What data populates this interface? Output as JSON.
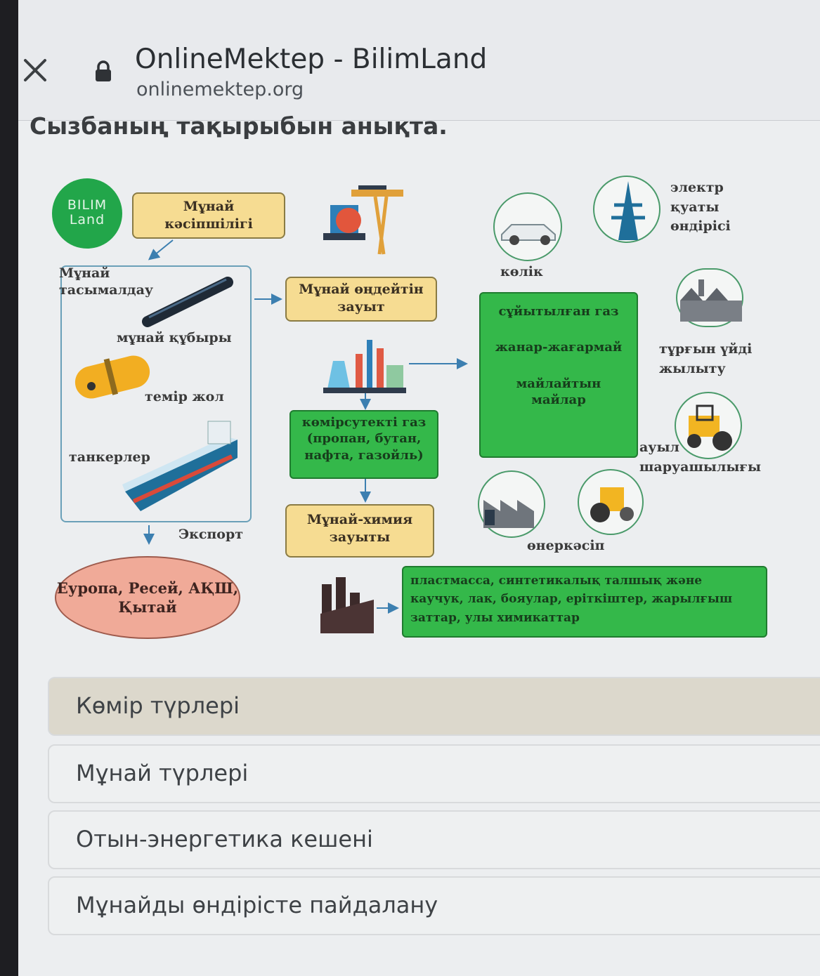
{
  "header": {
    "title": "OnlineMektep - BilimLand",
    "url": "onlinemektep.org"
  },
  "question": {
    "text": "Сызбаның тақырыбын анықта."
  },
  "diagram": {
    "logo": "BILIM Land",
    "extraction": "Мұнай кәсіпшілігі",
    "transport_title": "Мұнай тасымалдау",
    "pipeline": "мұнай құбыры",
    "railway": "темір жол",
    "tankers": "танкерлер",
    "export": "Экспорт",
    "export_destinations": "Еуропа, Ресей, АҚШ, Қытай",
    "refinery": "Мұнай өңдейтін зауыт",
    "hydrocarbon_gas": "көмірсутекті газ (пропан, бутан, нафта, газойль)",
    "petrochemical_plant": "Мұнай-химия зауыты",
    "products": [
      "сұйытылған газ",
      "жанар-жағармай",
      "майлайтын майлар"
    ],
    "petrochemical_products": "пластмасса, синтетикалық талшық және каучук, лак, бояулар, еріткіштер, жарылғыш заттар, улы химикаттар",
    "transport_use": "көлік",
    "power_generation": "электр қуаты өндірісі",
    "home_heating": "тұрғын үйді жылыту",
    "agriculture": "ауыл шаруашылығы",
    "industry": "өнеркәсіп"
  },
  "options": [
    {
      "label": "Көмір түрлері",
      "selected": true
    },
    {
      "label": "Мұнай түрлері",
      "selected": false
    },
    {
      "label": "Отын-энергетика кешені",
      "selected": false
    },
    {
      "label": "Мұнайды өндірісте пайдалану",
      "selected": false
    }
  ],
  "colors": {
    "green_box": "#34b84a",
    "yellow_box": "#f6dc92",
    "ellipse": "#f0aa98"
  }
}
